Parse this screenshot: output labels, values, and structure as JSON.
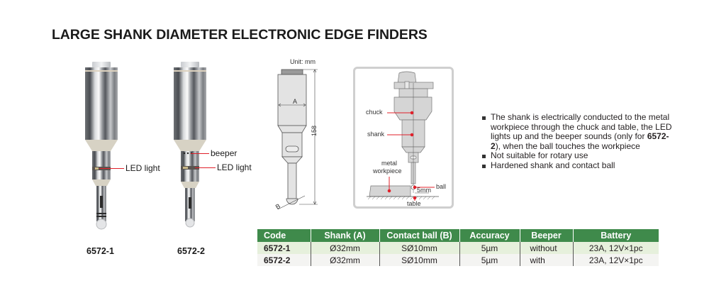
{
  "title": "LARGE SHANK DIAMETER ELECTRONIC EDGE FINDERS",
  "products": [
    {
      "code": "6572-1",
      "callouts": [
        "LED light"
      ]
    },
    {
      "code": "6572-2",
      "callouts": [
        "beeper",
        "LED light"
      ]
    }
  ],
  "schematic": {
    "unit_label": "Unit: mm",
    "dimension_a": "A",
    "dimension_b": "B",
    "length": "158"
  },
  "illustration": {
    "labels": {
      "chuck": "chuck",
      "shank": "shank",
      "metal": "metal",
      "workpiece": "workpiece",
      "ball": "ball",
      "gap": "5mm",
      "table": "table"
    }
  },
  "features": {
    "items": [
      {
        "pre": "The shank is electrically conducted to the metal workpiece through the chuck and table, the LED lights up and the beeper sounds (only for ",
        "bold": "6572-2",
        "post": "), when the ball touches the workpiece"
      },
      {
        "pre": "Not suitable for rotary use",
        "bold": "",
        "post": ""
      },
      {
        "pre": "Hardened shank and contact ball",
        "bold": "",
        "post": ""
      }
    ]
  },
  "table": {
    "header_color": "#3f8a4b",
    "headers": [
      "Code",
      "Shank (A)",
      "Contact ball (B)",
      "Accuracy",
      "Beeper",
      "Battery"
    ],
    "rows": [
      [
        "6572-1",
        "Ø32mm",
        "SØ10mm",
        "5µm",
        "without",
        "23A, 12V×1pc"
      ],
      [
        "6572-2",
        "Ø32mm",
        "SØ10mm",
        "5µm",
        "with",
        "23A, 12V×1pc"
      ]
    ]
  }
}
